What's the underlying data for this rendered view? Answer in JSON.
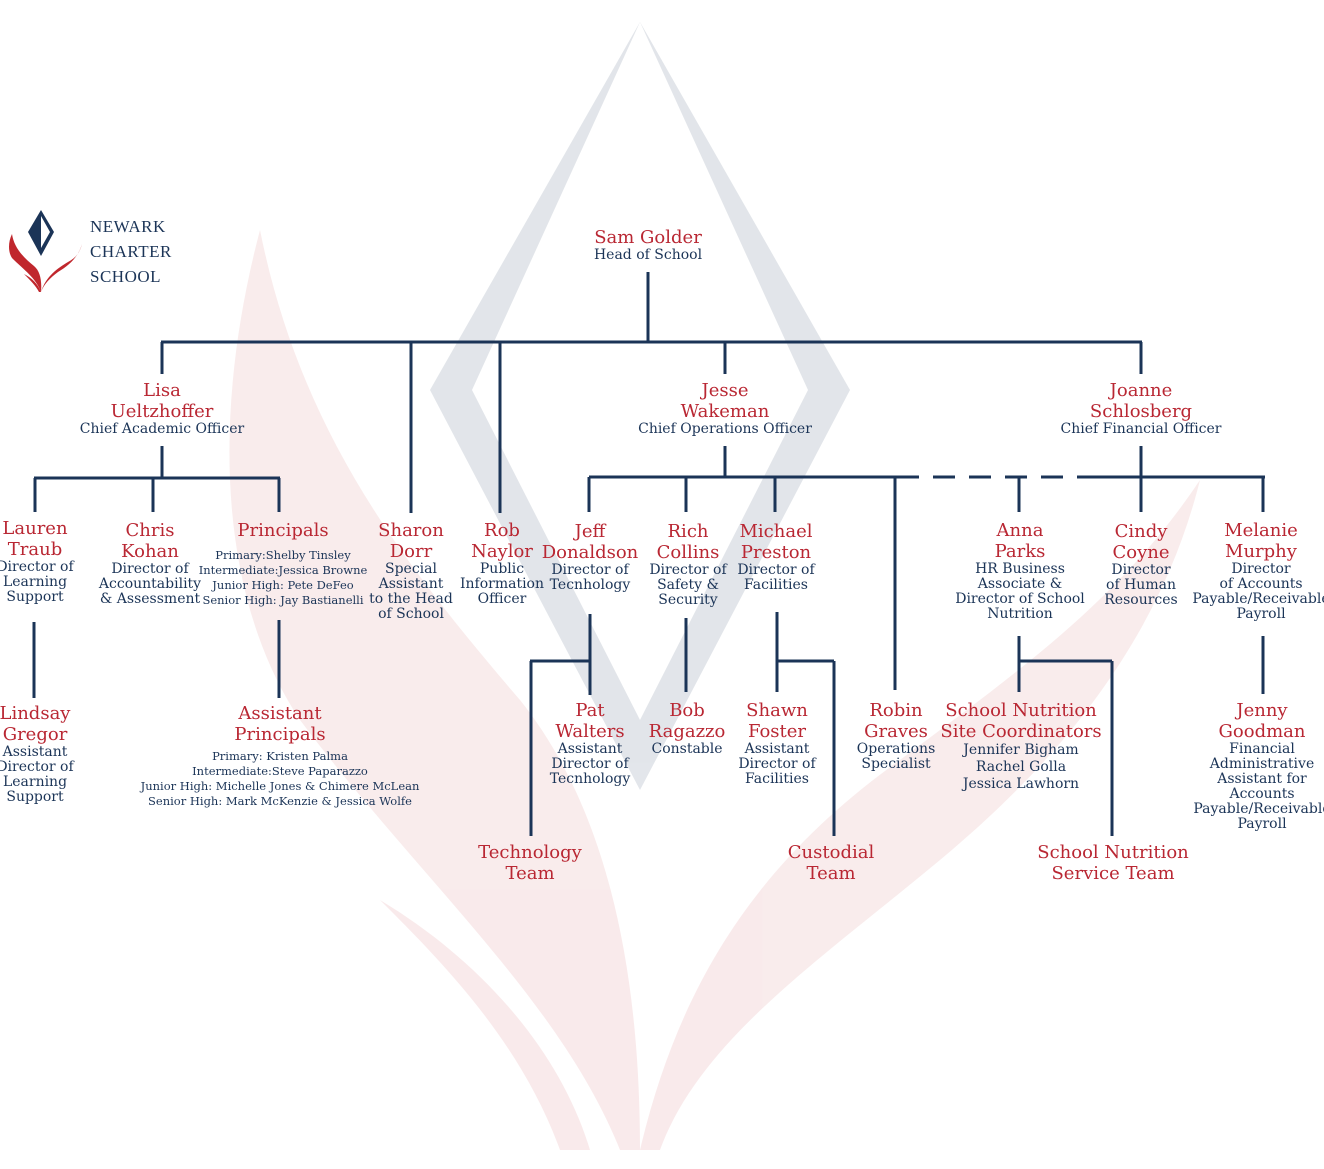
{
  "logo": {
    "lines": [
      "NEWARK",
      "CHARTER",
      "SCHOOL"
    ],
    "colors": {
      "navy": "#1b3457",
      "red": "#c0272d"
    }
  },
  "colors": {
    "name": "#b92733",
    "text": "#1b3457",
    "line": "#1b3457"
  },
  "head": {
    "name": "Sam Golder",
    "title": "Head of School"
  },
  "lisa": {
    "name": [
      "Lisa",
      "Ueltzhoffer"
    ],
    "title": "Chief Academic Officer"
  },
  "jesse": {
    "name": [
      "Jesse",
      "Wakeman"
    ],
    "title": "Chief Operations Officer"
  },
  "joanne": {
    "name": [
      "Joanne",
      "Schlosberg"
    ],
    "title": "Chief Financial Officer"
  },
  "lauren": {
    "name": [
      "Lauren",
      "Traub"
    ],
    "title": [
      "Director of",
      "Learning",
      "Support"
    ]
  },
  "chris": {
    "name": [
      "Chris",
      "Kohan"
    ],
    "title": [
      "Director of",
      "Accountability",
      "& Assessment"
    ]
  },
  "principals": {
    "name": "Principals",
    "list": [
      "Primary:Shelby Tinsley",
      "Intermediate:Jessica Browne",
      "Junior High: Pete DeFeo",
      "Senior High: Jay Bastianelli"
    ]
  },
  "sharon": {
    "name": [
      "Sharon",
      "Dorr"
    ],
    "title": [
      "Special",
      "Assistant",
      "to the Head",
      "of School"
    ]
  },
  "rob": {
    "name": [
      "Rob",
      "Naylor"
    ],
    "title": [
      "Public",
      "Information",
      "Officer"
    ]
  },
  "jeff": {
    "name": [
      "Jeff",
      "Donaldson"
    ],
    "title": [
      "Director of",
      "Tecnhology"
    ]
  },
  "rich": {
    "name": [
      "Rich",
      "Collins"
    ],
    "title": [
      "Director of",
      "Safety &",
      "Security"
    ]
  },
  "michael": {
    "name": [
      "Michael",
      "Preston"
    ],
    "title": [
      "Director of",
      "Facilities"
    ]
  },
  "anna": {
    "name": [
      "Anna",
      "Parks"
    ],
    "title": [
      "HR Business",
      "Associate &",
      "Director of School",
      "Nutrition"
    ]
  },
  "cindy": {
    "name": [
      "Cindy",
      "Coyne"
    ],
    "title": [
      "Director",
      "of Human",
      "Resources"
    ]
  },
  "melanie": {
    "name": [
      "Melanie",
      "Murphy"
    ],
    "title": [
      "Director",
      "of Accounts",
      "Payable/Receivable",
      "Payroll"
    ]
  },
  "lindsay": {
    "name": [
      "Lindsay",
      "Gregor"
    ],
    "title": [
      "Assistant",
      "Director of",
      "Learning",
      "Support"
    ]
  },
  "assistant_principals": {
    "name": [
      "Assistant",
      "Principals"
    ],
    "list": [
      "Primary: Kristen Palma",
      "Intermediate:Steve Paparazzo",
      "Junior High: Michelle Jones & Chimere McLean",
      "Senior High: Mark McKenzie & Jessica Wolfe"
    ]
  },
  "pat": {
    "name": [
      "Pat",
      "Walters"
    ],
    "title": [
      "Assistant",
      "Director of",
      "Tecnhology"
    ]
  },
  "bob": {
    "name": [
      "Bob",
      "Ragazzo"
    ],
    "title": [
      "Constable"
    ]
  },
  "shawn": {
    "name": [
      "Shawn",
      "Foster"
    ],
    "title": [
      "Assistant",
      "Director of",
      "Facilities"
    ]
  },
  "robin": {
    "name": [
      "Robin",
      "Graves"
    ],
    "title": [
      "Operations",
      "Specialist"
    ]
  },
  "nutrition_site": {
    "name": [
      "School Nutrition",
      "Site Coordinators"
    ],
    "list": [
      "Jennifer Bigham",
      "Rachel Golla",
      "Jessica Lawhorn"
    ]
  },
  "jenny": {
    "name": [
      "Jenny",
      "Goodman"
    ],
    "title": [
      "Financial",
      "Administrative",
      "Assistant for",
      "Accounts",
      "Payable/Receivable",
      "Payroll"
    ]
  },
  "tech_team": {
    "name": [
      "Technology",
      "Team"
    ]
  },
  "custodial_team": {
    "name": [
      "Custodial",
      "Team"
    ]
  },
  "nutrition_service": {
    "name": [
      "School Nutrition",
      "Service Team"
    ]
  }
}
